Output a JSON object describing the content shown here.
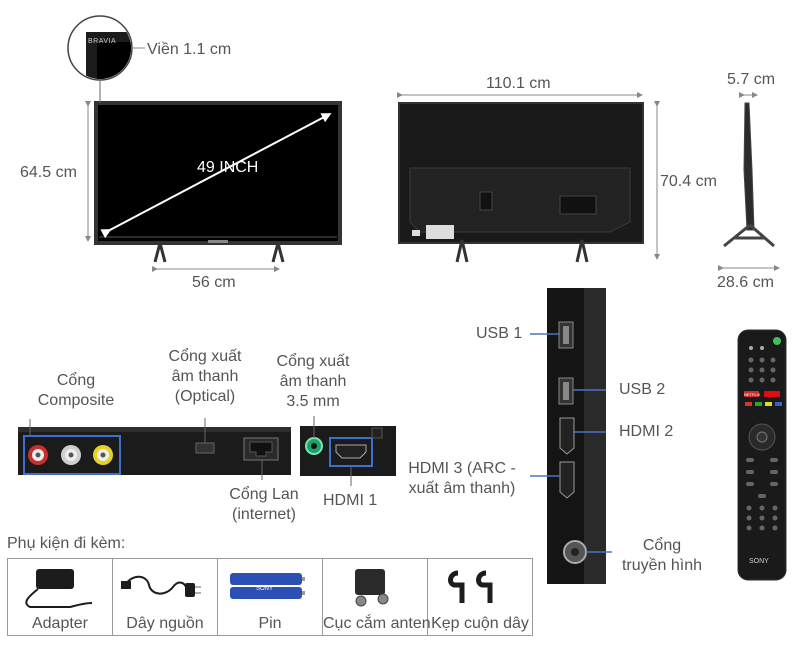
{
  "front": {
    "bezel_label": "Viền 1.1 cm",
    "bezel_brand": "BRAVIA",
    "screen_size": "49 INCH",
    "height": "64.5 cm",
    "stand_width": "56 cm"
  },
  "back": {
    "width": "110.1 cm",
    "height": "70.4 cm"
  },
  "side": {
    "depth_top": "5.7 cm",
    "depth_stand": "28.6 cm"
  },
  "ports_bottom": {
    "composite": "Cổng\nComposite",
    "optical": "Cổng xuất\nâm thanh\n(Optical)",
    "audio_35": "Cổng xuất\nâm thanh\n3.5 mm",
    "lan": "Cổng Lan\n(internet)",
    "hdmi1": "HDMI 1"
  },
  "ports_side": {
    "usb1": "USB 1",
    "usb2": "USB 2",
    "hdmi2": "HDMI 2",
    "hdmi3": "HDMI 3 (ARC -\nxuất âm thanh)",
    "antenna": "Cổng\ntruyền hình"
  },
  "remote": {
    "brand": "SONY",
    "netflix": "NETFLIX"
  },
  "accessories": {
    "title": "Phụ kiện đi kèm:",
    "items": [
      "Adapter",
      "Dây nguồn",
      "Pin",
      "Cục cắm anten",
      "Kẹp cuộn dây"
    ],
    "battery_brand": "SONY"
  },
  "colors": {
    "line": "#888888",
    "arrow": "#aab2c8",
    "port_frame": "#3d6fd1",
    "tv_body": "#222222",
    "screen": "#000000"
  }
}
